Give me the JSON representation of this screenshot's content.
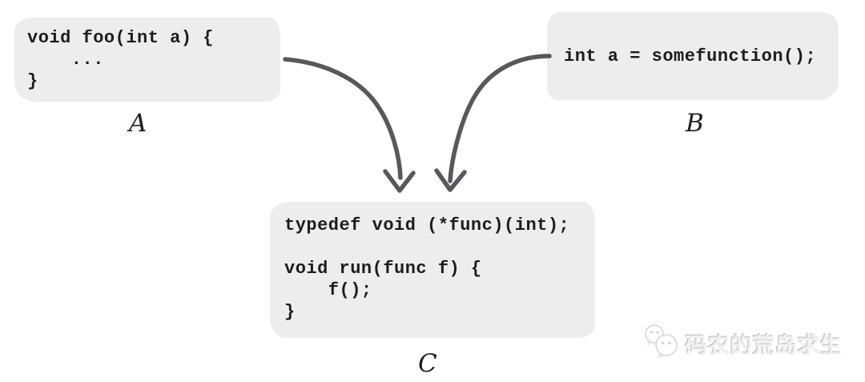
{
  "boxes": {
    "a": {
      "code": "void foo(int a) {\n    ...\n}",
      "label": "A"
    },
    "b": {
      "code": "int a = somefunction();",
      "label": "B"
    },
    "c": {
      "code": "typedef void (*func)(int);\n\nvoid run(func f) {\n    f();\n}",
      "label": "C"
    }
  },
  "arrows": [
    {
      "name": "arrow-a-to-c",
      "from": "A",
      "to": "C"
    },
    {
      "name": "arrow-b-to-c",
      "from": "B",
      "to": "C"
    }
  ],
  "watermark": {
    "text": "码农的荒岛求生",
    "icon": "wechat-chat-bubbles-icon"
  },
  "colors": {
    "background": "#ffffff",
    "box_fill": "#ededed",
    "code_text": "#1c1c1c",
    "arrow": "#58585a",
    "label_text": "#1f1f1f",
    "watermark_text": "#d9d9d9"
  }
}
